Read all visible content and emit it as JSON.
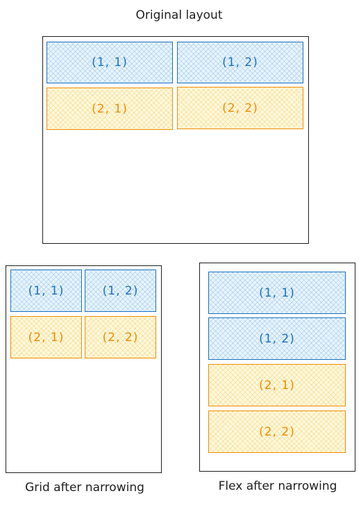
{
  "titles": {
    "original": "Original layout",
    "grid": "Grid after narrowing",
    "flex": "Flex after narrowing"
  },
  "cells": {
    "r1c1": "(1, 1)",
    "r1c2": "(1, 2)",
    "r2c1": "(2, 1)",
    "r2c2": "(2, 2)"
  },
  "colors": {
    "row1_stroke": "#1971c2",
    "row1_fill": "#e7f5ff",
    "row2_stroke": "#f08c00",
    "row2_fill": "#fff9db",
    "frame_stroke": "#1e1e1e"
  }
}
